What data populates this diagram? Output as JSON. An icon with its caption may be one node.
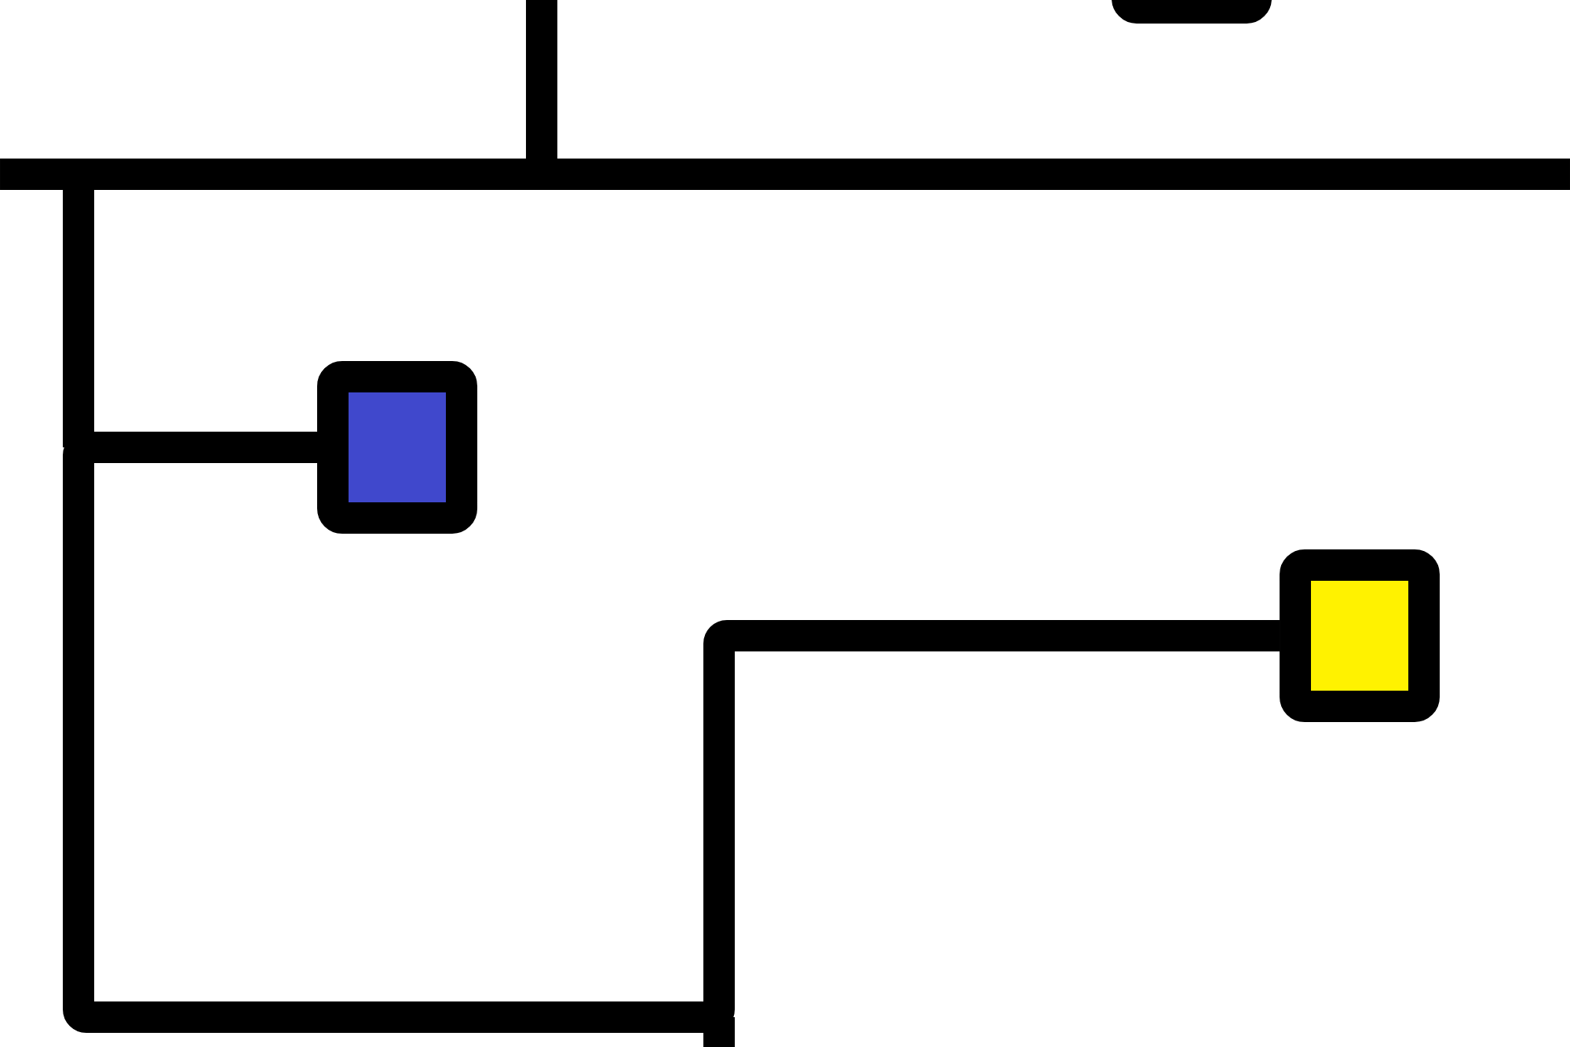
{
  "diagram": {
    "nodes": [
      {
        "text": [],
        "shape": "box"
      },
      {
        "text": [],
        "shape": "box"
      },
      {
        "text": [],
        "shape": "box"
      }
    ],
    "edges": [
      {
        "from": 1,
        "to": 2,
        "arrow": "none"
      }
    ]
  }
}
